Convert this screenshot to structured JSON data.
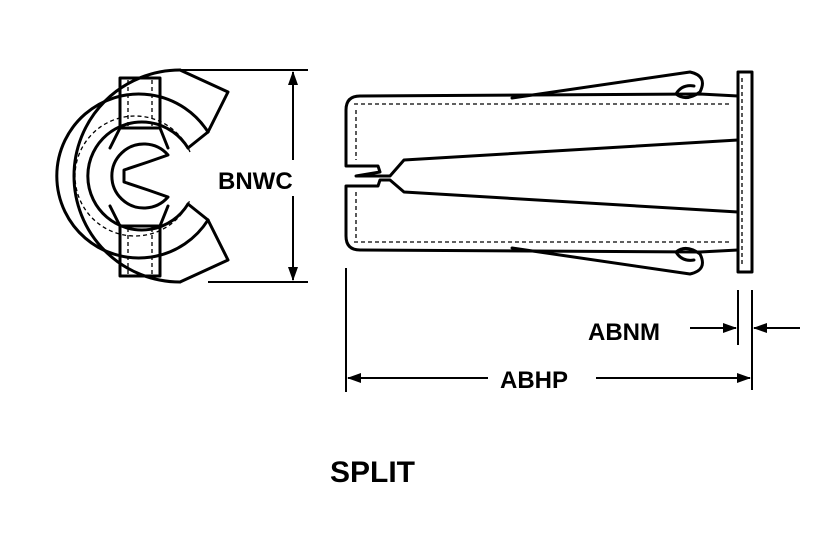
{
  "diagram": {
    "caption": "SPLIT",
    "dimensions": {
      "width_label": "BNWC",
      "thickness_label": "ABNM",
      "length_label": "ABHP"
    }
  }
}
